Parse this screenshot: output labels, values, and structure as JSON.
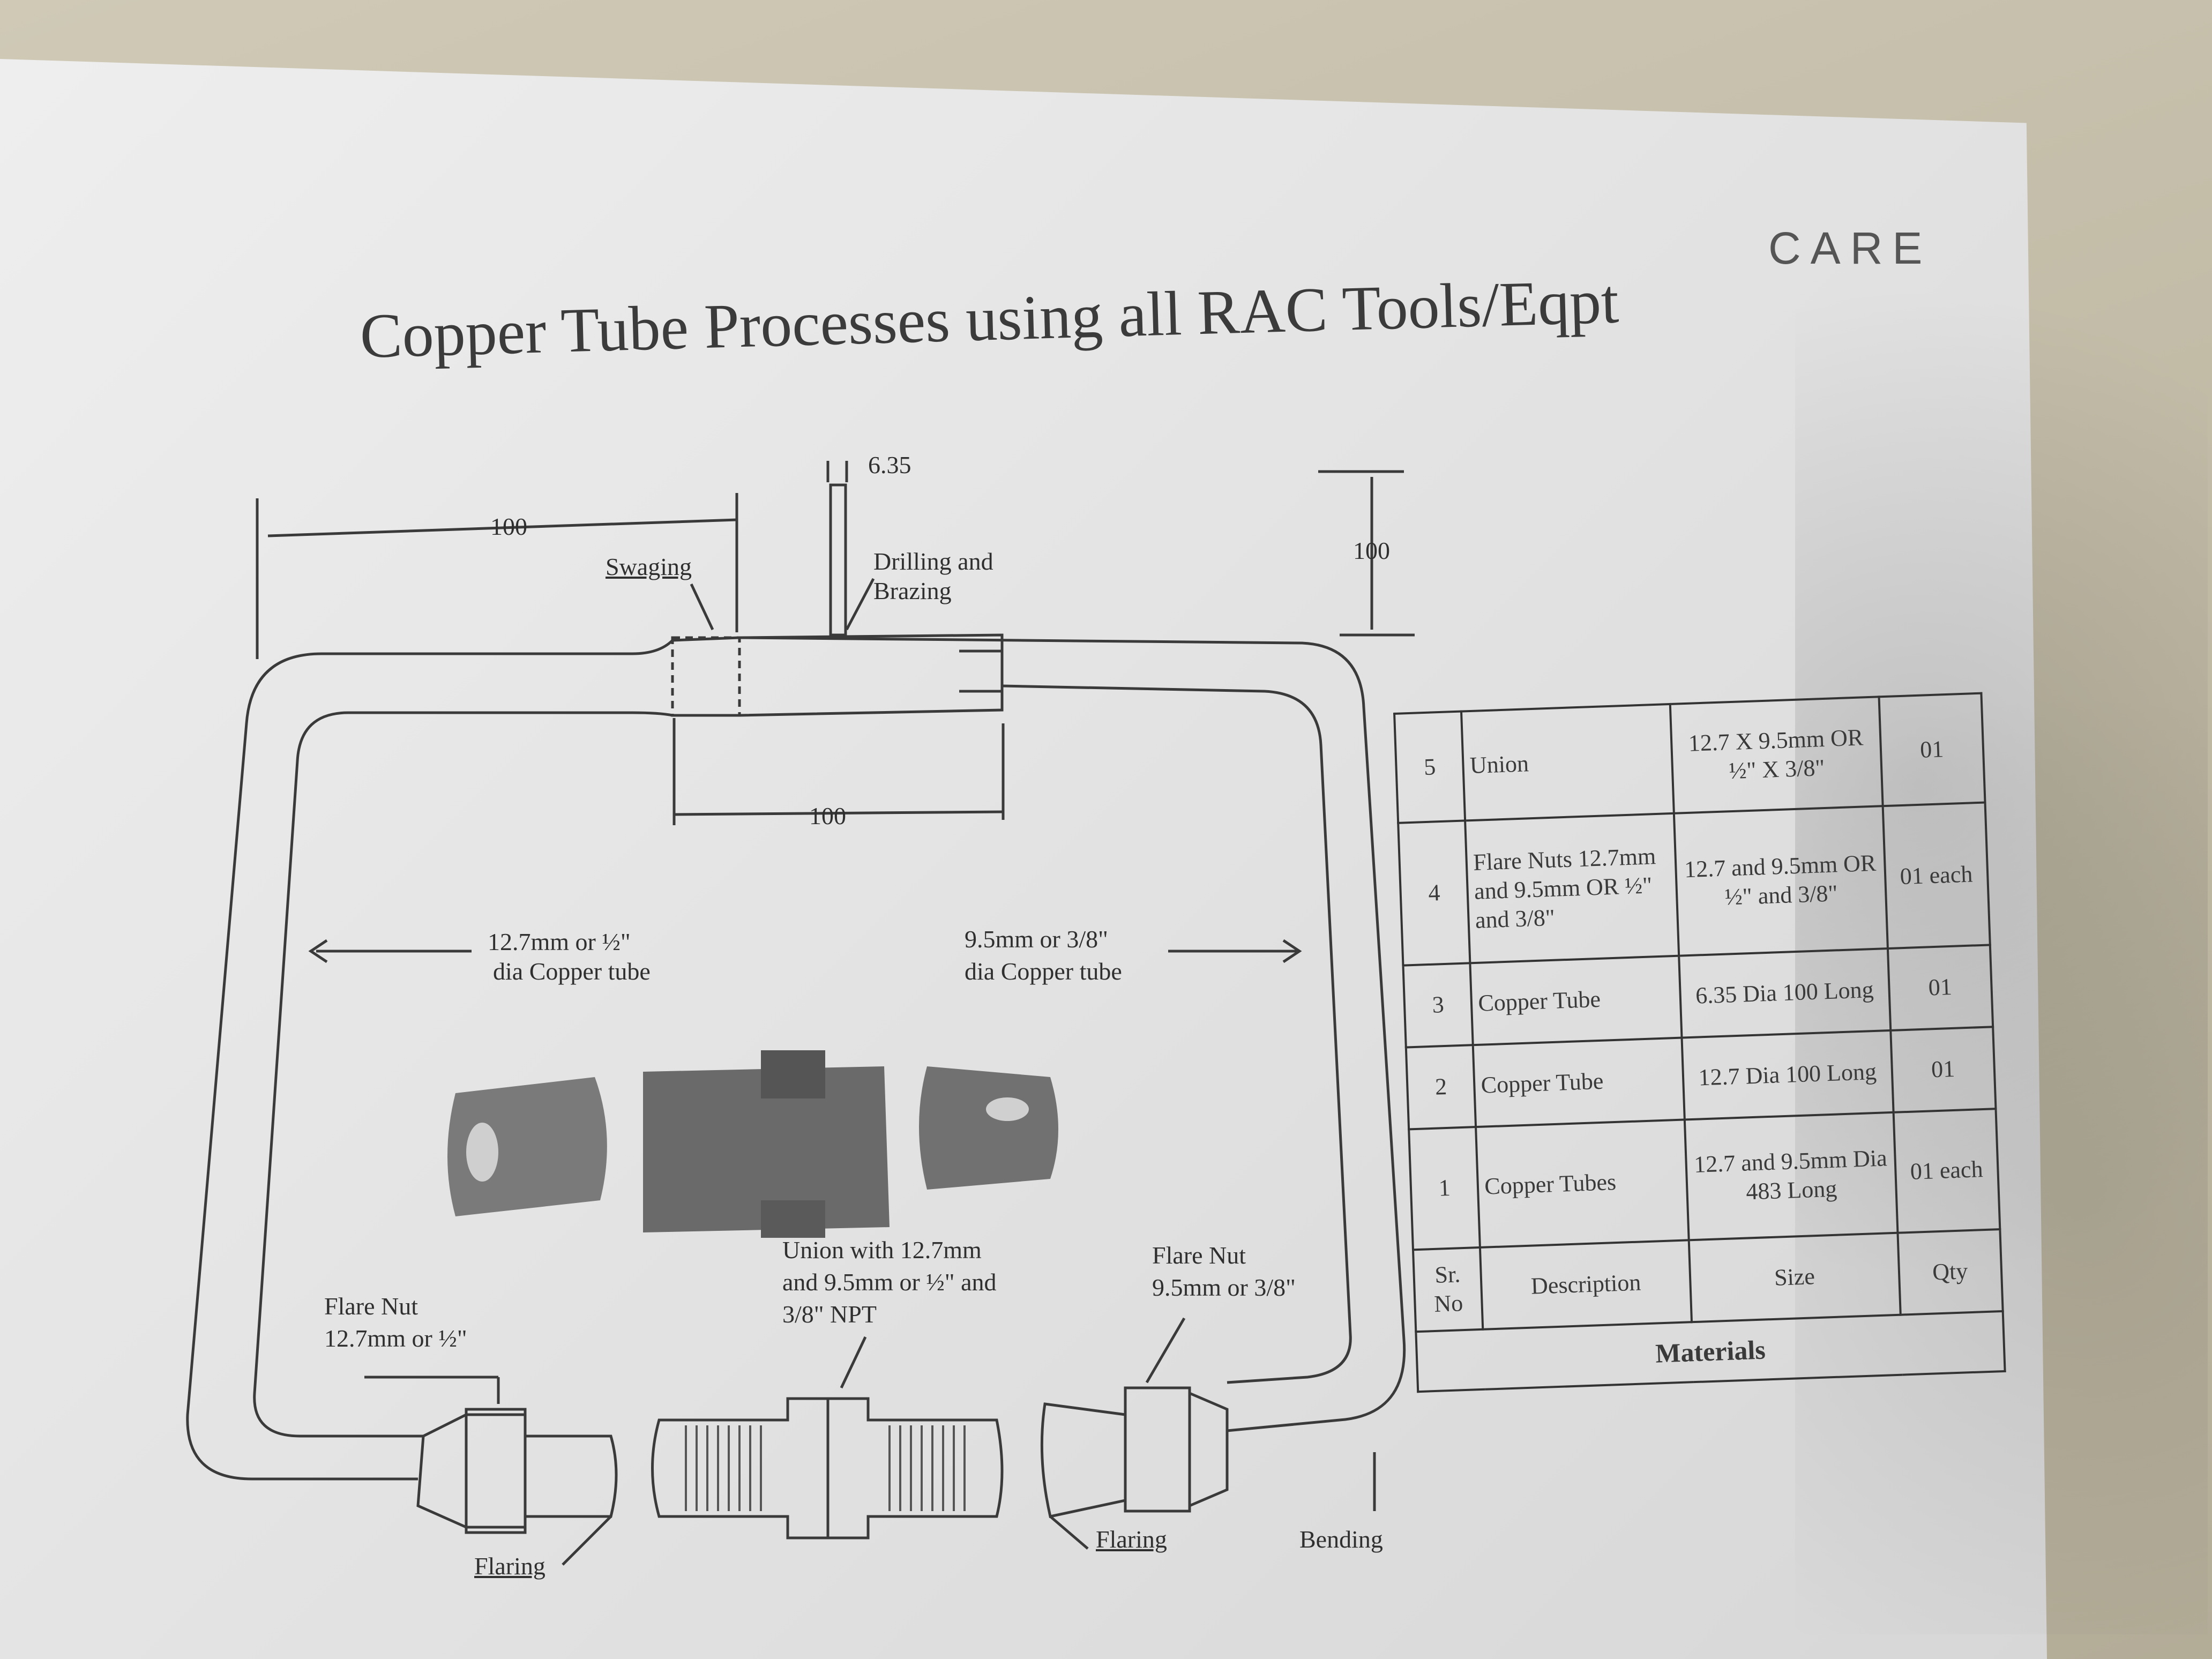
{
  "logo": "CARE",
  "title": "Copper Tube Processes using all RAC Tools/Eqpt",
  "labels": {
    "dim_left": "100",
    "dim_pipe": "6.35",
    "dim_right": "100",
    "dim_bottom": "100",
    "swaging": "Swaging",
    "drilling_1": "Drilling and",
    "drilling_2": "Brazing",
    "left_tube_1": "12.7mm or ½\"",
    "left_tube_2": "dia Copper tube",
    "right_tube_1": "9.5mm or 3/8\"",
    "right_tube_2": "dia Copper tube",
    "union_1": "Union with 12.7mm",
    "union_2": "and 9.5mm or ½\" and",
    "union_3": "3/8\" NPT",
    "flare_right_1": "Flare Nut",
    "flare_right_2": "9.5mm or 3/8\"",
    "flare_left_1": "Flare Nut",
    "flare_left_2": "12.7mm or ½\"",
    "flaring_left": "Flaring",
    "flaring_right": "Flaring",
    "bending": "Bending"
  },
  "materials": {
    "footer": "Materials",
    "headers": {
      "sr": "Sr. No",
      "description": "Description",
      "size": "Size",
      "qty": "Qty"
    },
    "rows": [
      {
        "sr": "5",
        "description": "Union",
        "size": "12.7 X 9.5mm OR ½\" X 3/8\"",
        "qty": "01"
      },
      {
        "sr": "4",
        "description": "Flare Nuts 12.7mm and 9.5mm OR ½\" and 3/8\"",
        "size": "12.7 and 9.5mm OR ½\" and 3/8\"",
        "qty": "01 each"
      },
      {
        "sr": "3",
        "description": "Copper Tube",
        "size": "6.35 Dia 100 Long",
        "qty": "01"
      },
      {
        "sr": "2",
        "description": "Copper Tube",
        "size": "12.7 Dia 100 Long",
        "qty": "01"
      },
      {
        "sr": "1",
        "description": "Copper Tubes",
        "size": "12.7 and 9.5mm Dia 483 Long",
        "qty": "01 each"
      }
    ]
  }
}
